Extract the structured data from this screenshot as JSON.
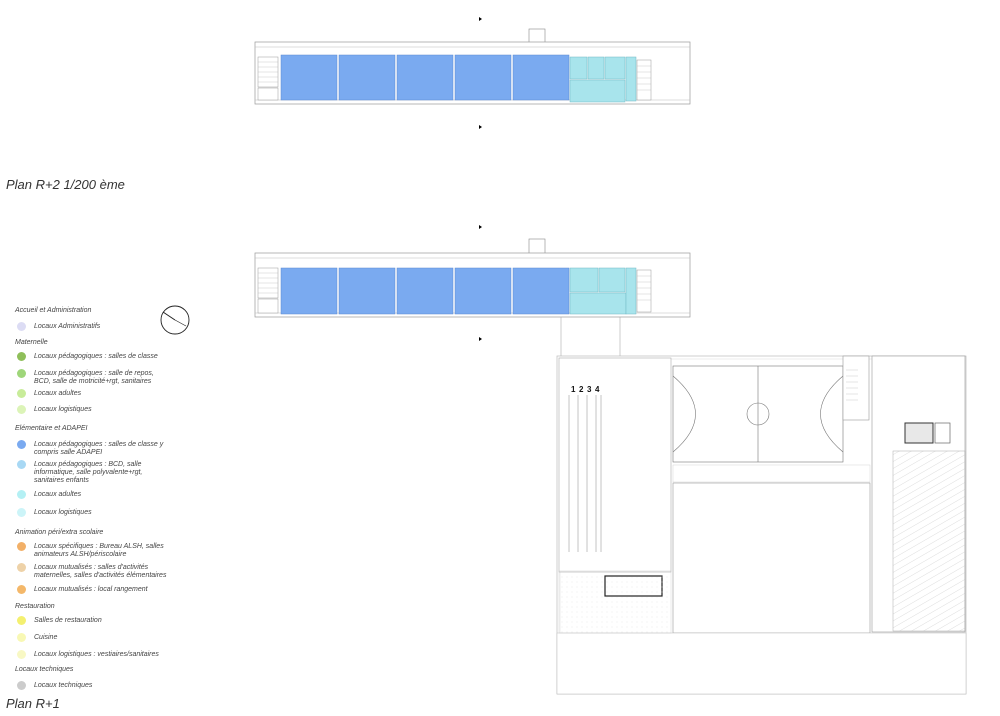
{
  "plans": {
    "r2_title": "Plan R+2 1/200 ème",
    "r1_title": "Plan R+1"
  },
  "legend": {
    "groups": [
      {
        "label": "Accueil et Administration",
        "items": [
          {
            "label": "Locaux Administratifs",
            "color": "#dcdcf4"
          }
        ]
      },
      {
        "label": "Maternelle",
        "items": [
          {
            "label": "Locaux pédagogiques : salles de classe",
            "color": "#8fbf5a"
          },
          {
            "label": "Locaux pédagogiques : salle de repos, BCD, salle de motricité+rgt, sanitaires",
            "color": "#9fd67a"
          },
          {
            "label": "Locaux adultes",
            "color": "#c8ec9a"
          },
          {
            "label": "Locaux logistiques",
            "color": "#dcf4b8"
          }
        ]
      },
      {
        "label": "Elémentaire et ADAPEI",
        "items": [
          {
            "label": "Locaux pédagogiques : salles de classe y compris salle ADAPEI",
            "color": "#7aaaf0"
          },
          {
            "label": "Locaux pédagogiques : BCD, salle informatique, salle polyvalente+rgt, sanitaires enfants",
            "color": "#a8d8f4"
          },
          {
            "label": "Locaux adultes",
            "color": "#b4f0f4"
          },
          {
            "label": "Locaux logistiques",
            "color": "#ccf4f8"
          }
        ]
      },
      {
        "label": "Animation péri/extra scolaire",
        "items": [
          {
            "label": "Locaux spécifiques : Bureau ALSH, salles animateurs ALSH/périscolaire",
            "color": "#f2b068"
          },
          {
            "label": "Locaux mutualisés : salles d'activités maternelles, salles d'activités élémentaires",
            "color": "#eed2a8"
          },
          {
            "label": "Locaux mutualisés : local rangement",
            "color": "#f4b86a"
          }
        ]
      },
      {
        "label": "Restauration",
        "items": [
          {
            "label": "Salles de restauration",
            "color": "#f4f070"
          },
          {
            "label": "Cuisine",
            "color": "#f8f8b4"
          },
          {
            "label": "Locaux logistiques : vestiaires/sanitaires",
            "color": "#f8f8c4"
          }
        ]
      },
      {
        "label": "Locaux techniques",
        "items": [
          {
            "label": "Locaux techniques",
            "color": "#cccccc"
          }
        ]
      }
    ]
  },
  "drawing": {
    "classroom_color": "#7aaaf0",
    "support_color": "#a8e4ec",
    "track_numbers": [
      "1",
      "2",
      "3",
      "4"
    ]
  }
}
